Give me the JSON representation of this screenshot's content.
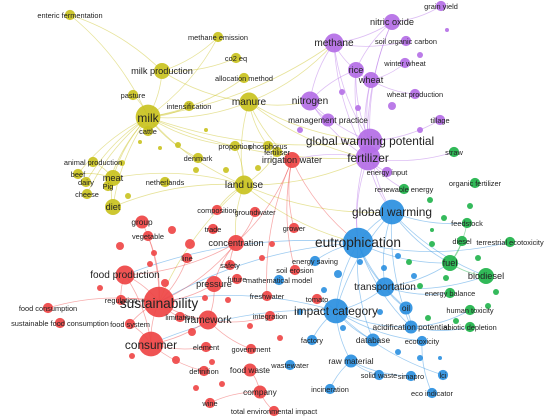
{
  "colors": {
    "yellow": "#c9c21f",
    "purple": "#b46ee6",
    "red": "#ee4444",
    "blue": "#2a8fe0",
    "green": "#1fb34a"
  },
  "nodes": [
    {
      "id": "grain-yield",
      "label": "grain yield",
      "cluster": "purple",
      "size": 2
    },
    {
      "id": "nitric-oxide",
      "label": "nitric oxide",
      "cluster": "purple",
      "size": 4
    },
    {
      "id": "methane",
      "label": "methane",
      "cluster": "purple",
      "size": 5
    },
    {
      "id": "soil-organic-carbon",
      "label": "soil organic carbon",
      "cluster": "purple",
      "size": 2
    },
    {
      "id": "rice",
      "label": "rice",
      "cluster": "purple",
      "size": 4
    },
    {
      "id": "winter-wheat",
      "label": "winter wheat",
      "cluster": "purple",
      "size": 2
    },
    {
      "id": "wheat",
      "label": "wheat",
      "cluster": "purple",
      "size": 4
    },
    {
      "id": "wheat-production",
      "label": "wheat production",
      "cluster": "purple",
      "size": 2
    },
    {
      "id": "nitrogen",
      "label": "nitrogen",
      "cluster": "purple",
      "size": 5
    },
    {
      "id": "management-practice",
      "label": "management practice",
      "cluster": "purple",
      "size": 3
    },
    {
      "id": "tillage",
      "label": "tillage",
      "cluster": "purple",
      "size": 2
    },
    {
      "id": "global-warming-potential",
      "label": "global warming potential",
      "cluster": "purple",
      "size": 7
    },
    {
      "id": "fertilizer",
      "label": "fertilizer",
      "cluster": "purple",
      "size": 7
    },
    {
      "id": "energy-input",
      "label": "energy input",
      "cluster": "purple",
      "size": 2
    },
    {
      "id": "enteric-fermentation",
      "label": "enteric fermentation",
      "cluster": "yellow",
      "size": 2
    },
    {
      "id": "methane-emission",
      "label": "methane emission",
      "cluster": "yellow",
      "size": 2
    },
    {
      "id": "co2-eq",
      "label": "co2 eq",
      "cluster": "yellow",
      "size": 2
    },
    {
      "id": "milk-production",
      "label": "milk production",
      "cluster": "yellow",
      "size": 4
    },
    {
      "id": "allocation-method",
      "label": "allocation method",
      "cluster": "yellow",
      "size": 2
    },
    {
      "id": "pasture",
      "label": "pasture",
      "cluster": "yellow",
      "size": 2
    },
    {
      "id": "manure",
      "label": "manure",
      "cluster": "yellow",
      "size": 5
    },
    {
      "id": "milk",
      "label": "milk",
      "cluster": "yellow",
      "size": 7
    },
    {
      "id": "intensification",
      "label": "intensification",
      "cluster": "yellow",
      "size": 2
    },
    {
      "id": "cattle",
      "label": "cattle",
      "cluster": "yellow",
      "size": 2
    },
    {
      "id": "proportion",
      "label": "proportion",
      "cluster": "yellow",
      "size": 2
    },
    {
      "id": "phosphorus",
      "label": "phosphorus",
      "cluster": "yellow",
      "size": 2
    },
    {
      "id": "denmark",
      "label": "denmark",
      "cluster": "yellow",
      "size": 2
    },
    {
      "id": "fertiliser",
      "label": "fertiliser",
      "cluster": "yellow",
      "size": 2
    },
    {
      "id": "animal-production",
      "label": "animal production",
      "cluster": "yellow",
      "size": 2
    },
    {
      "id": "meat",
      "label": "meat",
      "cluster": "yellow",
      "size": 4
    },
    {
      "id": "beef",
      "label": "beef",
      "cluster": "yellow",
      "size": 2
    },
    {
      "id": "dairy",
      "label": "dairy",
      "cluster": "yellow",
      "size": 2
    },
    {
      "id": "pig",
      "label": "Pig",
      "cluster": "yellow",
      "size": 2
    },
    {
      "id": "netherlands",
      "label": "netherlands",
      "cluster": "yellow",
      "size": 2
    },
    {
      "id": "cheese",
      "label": "cheese",
      "cluster": "yellow",
      "size": 2
    },
    {
      "id": "diet",
      "label": "diet",
      "cluster": "yellow",
      "size": 4
    },
    {
      "id": "land-use",
      "label": "land use",
      "cluster": "yellow",
      "size": 5
    },
    {
      "id": "irrigation-water",
      "label": "irrigation water",
      "cluster": "red",
      "size": 4
    },
    {
      "id": "group",
      "label": "group",
      "cluster": "red",
      "size": 3
    },
    {
      "id": "composition",
      "label": "composition",
      "cluster": "red",
      "size": 2
    },
    {
      "id": "groundwater",
      "label": "groundwater",
      "cluster": "red",
      "size": 2
    },
    {
      "id": "vegetable",
      "label": "vegetable",
      "cluster": "red",
      "size": 2
    },
    {
      "id": "trade",
      "label": "trade",
      "cluster": "red",
      "size": 2
    },
    {
      "id": "grower",
      "label": "grower",
      "cluster": "red",
      "size": 2
    },
    {
      "id": "concentration",
      "label": "concentration",
      "cluster": "red",
      "size": 4
    },
    {
      "id": "safety",
      "label": "safety",
      "cluster": "red",
      "size": 2
    },
    {
      "id": "line",
      "label": "line",
      "cluster": "red",
      "size": 2
    },
    {
      "id": "food-production",
      "label": "food production",
      "cluster": "red",
      "size": 5
    },
    {
      "id": "pressure",
      "label": "pressure",
      "cluster": "red",
      "size": 4
    },
    {
      "id": "soil-erosion",
      "label": "soil erosion",
      "cluster": "red",
      "size": 2
    },
    {
      "id": "future",
      "label": "future",
      "cluster": "red",
      "size": 2
    },
    {
      "id": "regulation",
      "label": "regulation",
      "cluster": "red",
      "size": 2
    },
    {
      "id": "sustainability",
      "label": "sustainability",
      "cluster": "red",
      "size": 9
    },
    {
      "id": "food-consumption",
      "label": "food consumption",
      "cluster": "red",
      "size": 2
    },
    {
      "id": "sustainable-food-consumption",
      "label": "sustainable food consumption",
      "cluster": "red",
      "size": 2
    },
    {
      "id": "food-system",
      "label": "food system",
      "cluster": "red",
      "size": 2
    },
    {
      "id": "limitation",
      "label": "limitation",
      "cluster": "red",
      "size": 2
    },
    {
      "id": "framework",
      "label": "framework",
      "cluster": "red",
      "size": 5
    },
    {
      "id": "consumer",
      "label": "consumer",
      "cluster": "red",
      "size": 7
    },
    {
      "id": "element",
      "label": "element",
      "cluster": "red",
      "size": 2
    },
    {
      "id": "freshwater",
      "label": "freshwater",
      "cluster": "red",
      "size": 2
    },
    {
      "id": "government",
      "label": "government",
      "cluster": "red",
      "size": 2
    },
    {
      "id": "definition",
      "label": "definition",
      "cluster": "red",
      "size": 2
    },
    {
      "id": "food-waste",
      "label": "food waste",
      "cluster": "red",
      "size": 3
    },
    {
      "id": "company",
      "label": "company",
      "cluster": "red",
      "size": 3
    },
    {
      "id": "wine",
      "label": "wine",
      "cluster": "red",
      "size": 2
    },
    {
      "id": "total-environmental-impact",
      "label": "total environmental impact",
      "cluster": "red",
      "size": 2
    },
    {
      "id": "integration",
      "label": "integration",
      "cluster": "red",
      "size": 2
    },
    {
      "id": "tomato",
      "label": "tomato",
      "cluster": "red",
      "size": 2
    },
    {
      "id": "global-warming",
      "label": "global warming",
      "cluster": "blue",
      "size": 7
    },
    {
      "id": "eutrophication",
      "label": "eutrophication",
      "cluster": "blue",
      "size": 9
    },
    {
      "id": "energy-saving",
      "label": "energy saving",
      "cluster": "blue",
      "size": 2
    },
    {
      "id": "mathematical-model",
      "label": "mathematical model",
      "cluster": "blue",
      "size": 2
    },
    {
      "id": "impact-category",
      "label": "impact category",
      "cluster": "blue",
      "size": 7
    },
    {
      "id": "factory",
      "label": "factory",
      "cluster": "blue",
      "size": 2
    },
    {
      "id": "database",
      "label": "database",
      "cluster": "blue",
      "size": 3
    },
    {
      "id": "raw-material",
      "label": "raw material",
      "cluster": "blue",
      "size": 3
    },
    {
      "id": "acidification-potential",
      "label": "acidification potential",
      "cluster": "blue",
      "size": 3
    },
    {
      "id": "ecotoxicity",
      "label": "ecotoxicity",
      "cluster": "blue",
      "size": 2
    },
    {
      "id": "solid-waste",
      "label": "solid waste",
      "cluster": "blue",
      "size": 2
    },
    {
      "id": "simapro",
      "label": "simapro",
      "cluster": "blue",
      "size": 2
    },
    {
      "id": "lci",
      "label": "lci",
      "cluster": "blue",
      "size": 2
    },
    {
      "id": "wastewater",
      "label": "wastewater",
      "cluster": "blue",
      "size": 2
    },
    {
      "id": "incineration",
      "label": "incineration",
      "cluster": "blue",
      "size": 2
    },
    {
      "id": "eco-indicator",
      "label": "eco indicator",
      "cluster": "blue",
      "size": 2
    },
    {
      "id": "oil",
      "label": "oil",
      "cluster": "blue",
      "size": 3
    },
    {
      "id": "transportation",
      "label": "transportation",
      "cluster": "blue",
      "size": 5
    },
    {
      "id": "straw",
      "label": "straw",
      "cluster": "green",
      "size": 2
    },
    {
      "id": "organic-fertilizer",
      "label": "organic fertilizer",
      "cluster": "green",
      "size": 2
    },
    {
      "id": "renewable-energy",
      "label": "renewable energy",
      "cluster": "green",
      "size": 2
    },
    {
      "id": "feedstock",
      "label": "feedstock",
      "cluster": "green",
      "size": 2
    },
    {
      "id": "diesel",
      "label": "diesel",
      "cluster": "green",
      "size": 2
    },
    {
      "id": "terrestrial-ecotoxicity",
      "label": "terrestrial ecotoxicity",
      "cluster": "green",
      "size": 2
    },
    {
      "id": "fuel",
      "label": "fuel",
      "cluster": "green",
      "size": 4
    },
    {
      "id": "biodiesel",
      "label": "biodiesel",
      "cluster": "green",
      "size": 4
    },
    {
      "id": "energy-balance",
      "label": "energy balance",
      "cluster": "green",
      "size": 2
    },
    {
      "id": "human-toxicity",
      "label": "human toxicity",
      "cluster": "green",
      "size": 2
    },
    {
      "id": "abiotic-depletion",
      "label": "abiotic depletion",
      "cluster": "green",
      "size": 2
    }
  ],
  "edges": [
    [
      "milk",
      "milk-production"
    ],
    [
      "milk",
      "manure"
    ],
    [
      "milk",
      "land-use"
    ],
    [
      "milk",
      "meat"
    ],
    [
      "milk",
      "diet"
    ],
    [
      "milk",
      "cattle"
    ],
    [
      "milk",
      "pasture"
    ],
    [
      "milk",
      "intensification"
    ],
    [
      "milk",
      "enteric-fermentation"
    ],
    [
      "milk",
      "methane-emission"
    ],
    [
      "milk",
      "allocation-method"
    ],
    [
      "milk",
      "proportion"
    ],
    [
      "milk",
      "denmark"
    ],
    [
      "milk",
      "dairy"
    ],
    [
      "milk",
      "cheese"
    ],
    [
      "milk",
      "pig"
    ],
    [
      "milk",
      "beef"
    ],
    [
      "milk",
      "methane"
    ],
    [
      "milk",
      "global-warming-potential"
    ],
    [
      "milk",
      "fertilizer"
    ],
    [
      "milk-production",
      "manure"
    ],
    [
      "milk-production",
      "co2-eq"
    ],
    [
      "milk-production",
      "enteric-fermentation"
    ],
    [
      "milk-production",
      "methane-emission"
    ],
    [
      "manure",
      "methane"
    ],
    [
      "manure",
      "nitrogen"
    ],
    [
      "manure",
      "land-use"
    ],
    [
      "manure",
      "fertilizer"
    ],
    [
      "manure",
      "global-warming-potential"
    ],
    [
      "manure",
      "phosphorus"
    ],
    [
      "manure",
      "irrigation-water"
    ],
    [
      "land-use",
      "meat"
    ],
    [
      "land-use",
      "diet"
    ],
    [
      "land-use",
      "fertiliser"
    ],
    [
      "land-use",
      "proportion"
    ],
    [
      "land-use",
      "global-warming"
    ],
    [
      "land-use",
      "eutrophication"
    ],
    [
      "land-use",
      "sustainability"
    ],
    [
      "land-use",
      "composition"
    ],
    [
      "land-use",
      "concentration"
    ],
    [
      "land-use",
      "fertilizer"
    ],
    [
      "meat",
      "diet"
    ],
    [
      "meat",
      "beef"
    ],
    [
      "meat",
      "pig"
    ],
    [
      "meat",
      "animal-production"
    ],
    [
      "methane",
      "nitric-oxide"
    ],
    [
      "methane",
      "rice"
    ],
    [
      "methane",
      "nitrogen"
    ],
    [
      "methane",
      "global-warming-potential"
    ],
    [
      "methane",
      "fertilizer"
    ],
    [
      "methane",
      "soil-organic-carbon"
    ],
    [
      "nitric-oxide",
      "rice"
    ],
    [
      "nitric-oxide",
      "fertilizer"
    ],
    [
      "nitric-oxide",
      "grain-yield"
    ],
    [
      "nitric-oxide",
      "global-warming-potential"
    ],
    [
      "rice",
      "wheat"
    ],
    [
      "rice",
      "nitrogen"
    ],
    [
      "rice",
      "global-warming-potential"
    ],
    [
      "rice",
      "fertilizer"
    ],
    [
      "wheat",
      "winter-wheat"
    ],
    [
      "wheat",
      "wheat-production"
    ],
    [
      "wheat",
      "fertilizer"
    ],
    [
      "wheat",
      "global-warming-potential"
    ],
    [
      "nitrogen",
      "global-warming-potential"
    ],
    [
      "nitrogen",
      "fertilizer"
    ],
    [
      "nitrogen",
      "management-practice"
    ],
    [
      "global-warming-potential",
      "fertilizer"
    ],
    [
      "global-warming-potential",
      "tillage"
    ],
    [
      "global-warming-potential",
      "global-warming"
    ],
    [
      "global-warming-potential",
      "eutrophication"
    ],
    [
      "fertilizer",
      "energy-input"
    ],
    [
      "fertilizer",
      "global-warming"
    ],
    [
      "fertilizer",
      "eutrophication"
    ],
    [
      "fertilizer",
      "irrigation-water"
    ],
    [
      "fertilizer",
      "straw"
    ],
    [
      "fertilizer",
      "renewable-energy"
    ],
    [
      "global-warming",
      "eutrophication"
    ],
    [
      "global-warming",
      "impact-category"
    ],
    [
      "global-warming",
      "transportation"
    ],
    [
      "global-warming",
      "fuel"
    ],
    [
      "global-warming",
      "biodiesel"
    ],
    [
      "global-warming",
      "acidification-potential"
    ],
    [
      "global-warming",
      "feedstock"
    ],
    [
      "eutrophication",
      "impact-category"
    ],
    [
      "eutrophication",
      "transportation"
    ],
    [
      "eutrophication",
      "fuel"
    ],
    [
      "eutrophication",
      "acidification-potential"
    ],
    [
      "eutrophication",
      "energy-saving"
    ],
    [
      "eutrophication",
      "oil"
    ],
    [
      "eutrophication",
      "sustainability"
    ],
    [
      "eutrophication",
      "food-production"
    ],
    [
      "eutrophication",
      "database"
    ],
    [
      "eutrophication",
      "terrestrial-ecotoxicity"
    ],
    [
      "impact-category",
      "database"
    ],
    [
      "impact-category",
      "raw-material"
    ],
    [
      "impact-category",
      "acidification-potential"
    ],
    [
      "impact-category",
      "transportation"
    ],
    [
      "impact-category",
      "ecotoxicity"
    ],
    [
      "impact-category",
      "factory"
    ],
    [
      "impact-category",
      "sustainability"
    ],
    [
      "impact-category",
      "consumer"
    ],
    [
      "impact-category",
      "tomato"
    ],
    [
      "impact-category",
      "lci"
    ],
    [
      "transportation",
      "oil"
    ],
    [
      "transportation",
      "fuel"
    ],
    [
      "transportation",
      "biodiesel"
    ],
    [
      "transportation",
      "energy-balance"
    ],
    [
      "fuel",
      "biodiesel"
    ],
    [
      "fuel",
      "diesel"
    ],
    [
      "fuel",
      "feedstock"
    ],
    [
      "sustainability",
      "consumer"
    ],
    [
      "sustainability",
      "food-production"
    ],
    [
      "sustainability",
      "framework"
    ],
    [
      "sustainability",
      "concentration"
    ],
    [
      "sustainability",
      "pressure"
    ],
    [
      "sustainability",
      "food-system"
    ],
    [
      "sustainability",
      "regulation"
    ],
    [
      "sustainability",
      "food-consumption"
    ],
    [
      "sustainability",
      "limitation"
    ],
    [
      "sustainability",
      "group"
    ],
    [
      "sustainability",
      "vegetable"
    ],
    [
      "sustainability",
      "line"
    ],
    [
      "consumer",
      "food-production"
    ],
    [
      "consumer",
      "framework"
    ],
    [
      "consumer",
      "food-system"
    ],
    [
      "consumer",
      "definition"
    ],
    [
      "consumer",
      "element"
    ],
    [
      "food-production",
      "concentration"
    ],
    [
      "food-production",
      "regulation"
    ],
    [
      "concentration",
      "pressure"
    ],
    [
      "concentration",
      "irrigation-water"
    ],
    [
      "concentration",
      "groundwater"
    ],
    [
      "concentration",
      "safety"
    ],
    [
      "irrigation-water",
      "grower"
    ],
    [
      "irrigation-water",
      "eutrophication"
    ],
    [
      "irrigation-water",
      "freshwater"
    ],
    [
      "irrigation-water",
      "soil-erosion"
    ],
    [
      "framework",
      "pressure"
    ],
    [
      "framework",
      "integration"
    ],
    [
      "framework",
      "government"
    ],
    [
      "company",
      "food-waste"
    ],
    [
      "company",
      "total-environmental-impact"
    ],
    [
      "company",
      "wine"
    ],
    [
      "raw-material",
      "solid-waste"
    ],
    [
      "raw-material",
      "simapro"
    ],
    [
      "raw-material",
      "incineration"
    ],
    [
      "acidification-potential",
      "oil"
    ],
    [
      "acidification-potential",
      "human-toxicity"
    ],
    [
      "acidification-potential",
      "abiotic-depletion"
    ],
    [
      "ecotoxicity",
      "eco-indicator"
    ]
  ]
}
